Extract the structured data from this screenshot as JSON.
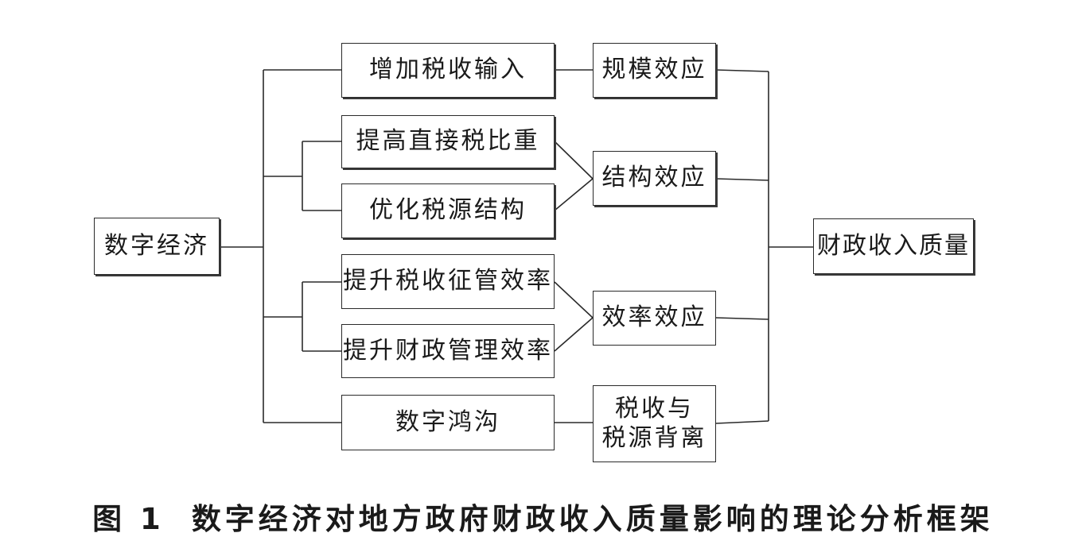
{
  "diagram": {
    "root": "数字经济",
    "target": "财政收入质量",
    "channels": [
      {
        "name": "增加税收输入",
        "effect": "规模效应"
      },
      {
        "name": "提高直接税比重",
        "effect": "结构效应"
      },
      {
        "name": "优化税源结构",
        "effect": "结构效应"
      },
      {
        "name": "提升税收征管效率",
        "effect": "效率效应"
      },
      {
        "name": "提升财政管理效率",
        "effect": "效率效应"
      },
      {
        "name": "数字鸿沟",
        "effect": "税收与税源背离"
      }
    ],
    "effects": {
      "scale": "规模效应",
      "structure": "结构效应",
      "efficiency": "效率效应",
      "divergence_line1": "税收与",
      "divergence_line2": "税源背离"
    }
  },
  "caption": {
    "label": "图 1",
    "title": "数字经济对地方政府财政收入质量影响的理论分析框架"
  }
}
